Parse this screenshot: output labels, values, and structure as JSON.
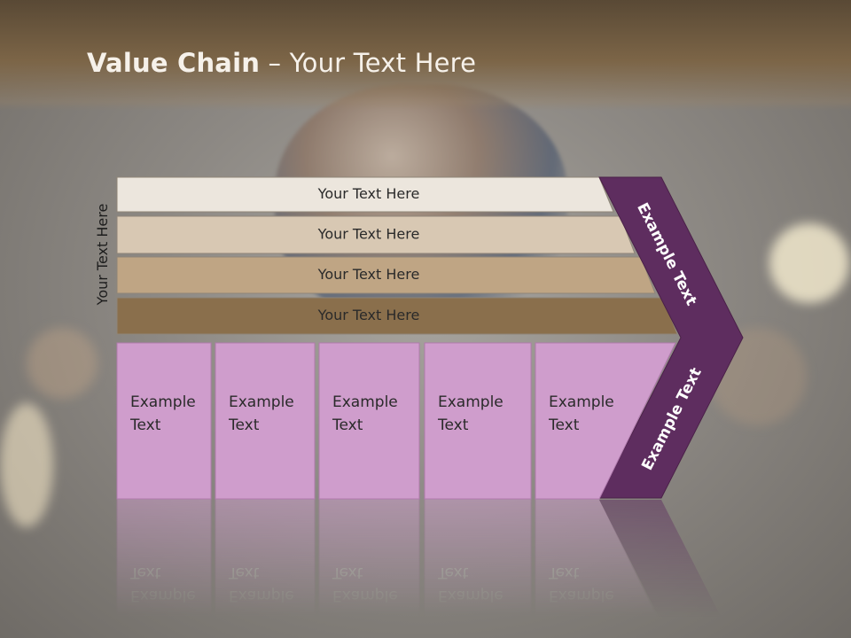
{
  "title": {
    "bold": "Value Chain",
    "rest": " – Your Text Here"
  },
  "side_label": "Your Text Here",
  "support_bars": [
    {
      "label": "Your Text Here",
      "color": "#ece6dd"
    },
    {
      "label": "Your Text Here",
      "color": "#d8c8b3"
    },
    {
      "label": "Your Text Here",
      "color": "#bfa584"
    },
    {
      "label": "Your Text Here",
      "color": "#8a6f4c"
    }
  ],
  "primary_boxes": [
    {
      "line1": "Example",
      "line2": "Text"
    },
    {
      "line1": "Example",
      "line2": "Text"
    },
    {
      "line1": "Example",
      "line2": "Text"
    },
    {
      "line1": "Example",
      "line2": "Text"
    },
    {
      "line1": "Example",
      "line2": "Text"
    }
  ],
  "chevron": {
    "upper_label": "Example Text",
    "lower_label": "Example Text",
    "color": "#5e2d5f"
  },
  "colors": {
    "box_fill": "#cf9dcc",
    "box_border": "#b07aad",
    "bar_border": "#8f8578"
  }
}
